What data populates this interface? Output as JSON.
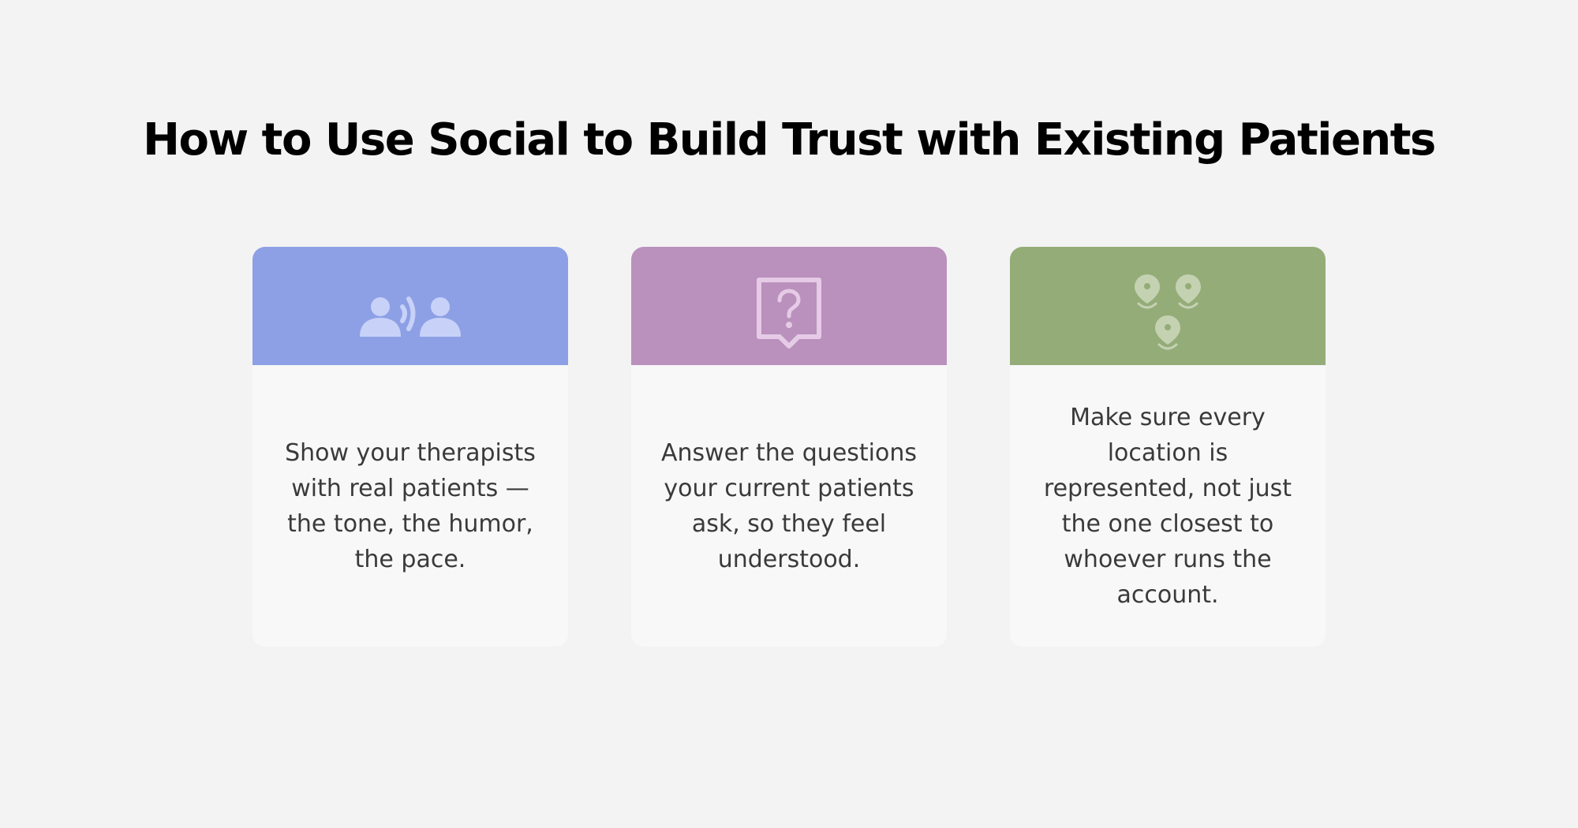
{
  "page": {
    "title": "How to Use Social to Build Trust with Existing Patients",
    "background": "#f3f3f3"
  },
  "cards": [
    {
      "icon": "people-talking-icon",
      "header_color": "#8da0e6",
      "text": "Show your therapists with real patients — the tone, the humor, the pace."
    },
    {
      "icon": "question-bubble-icon",
      "header_color": "#ba90bd",
      "text": "Answer the questions your current patients ask, so they feel understood."
    },
    {
      "icon": "location-pins-icon",
      "header_color": "#94ac78",
      "text": "Make sure every location is represented, not just the one closest to whoever runs the account."
    }
  ]
}
